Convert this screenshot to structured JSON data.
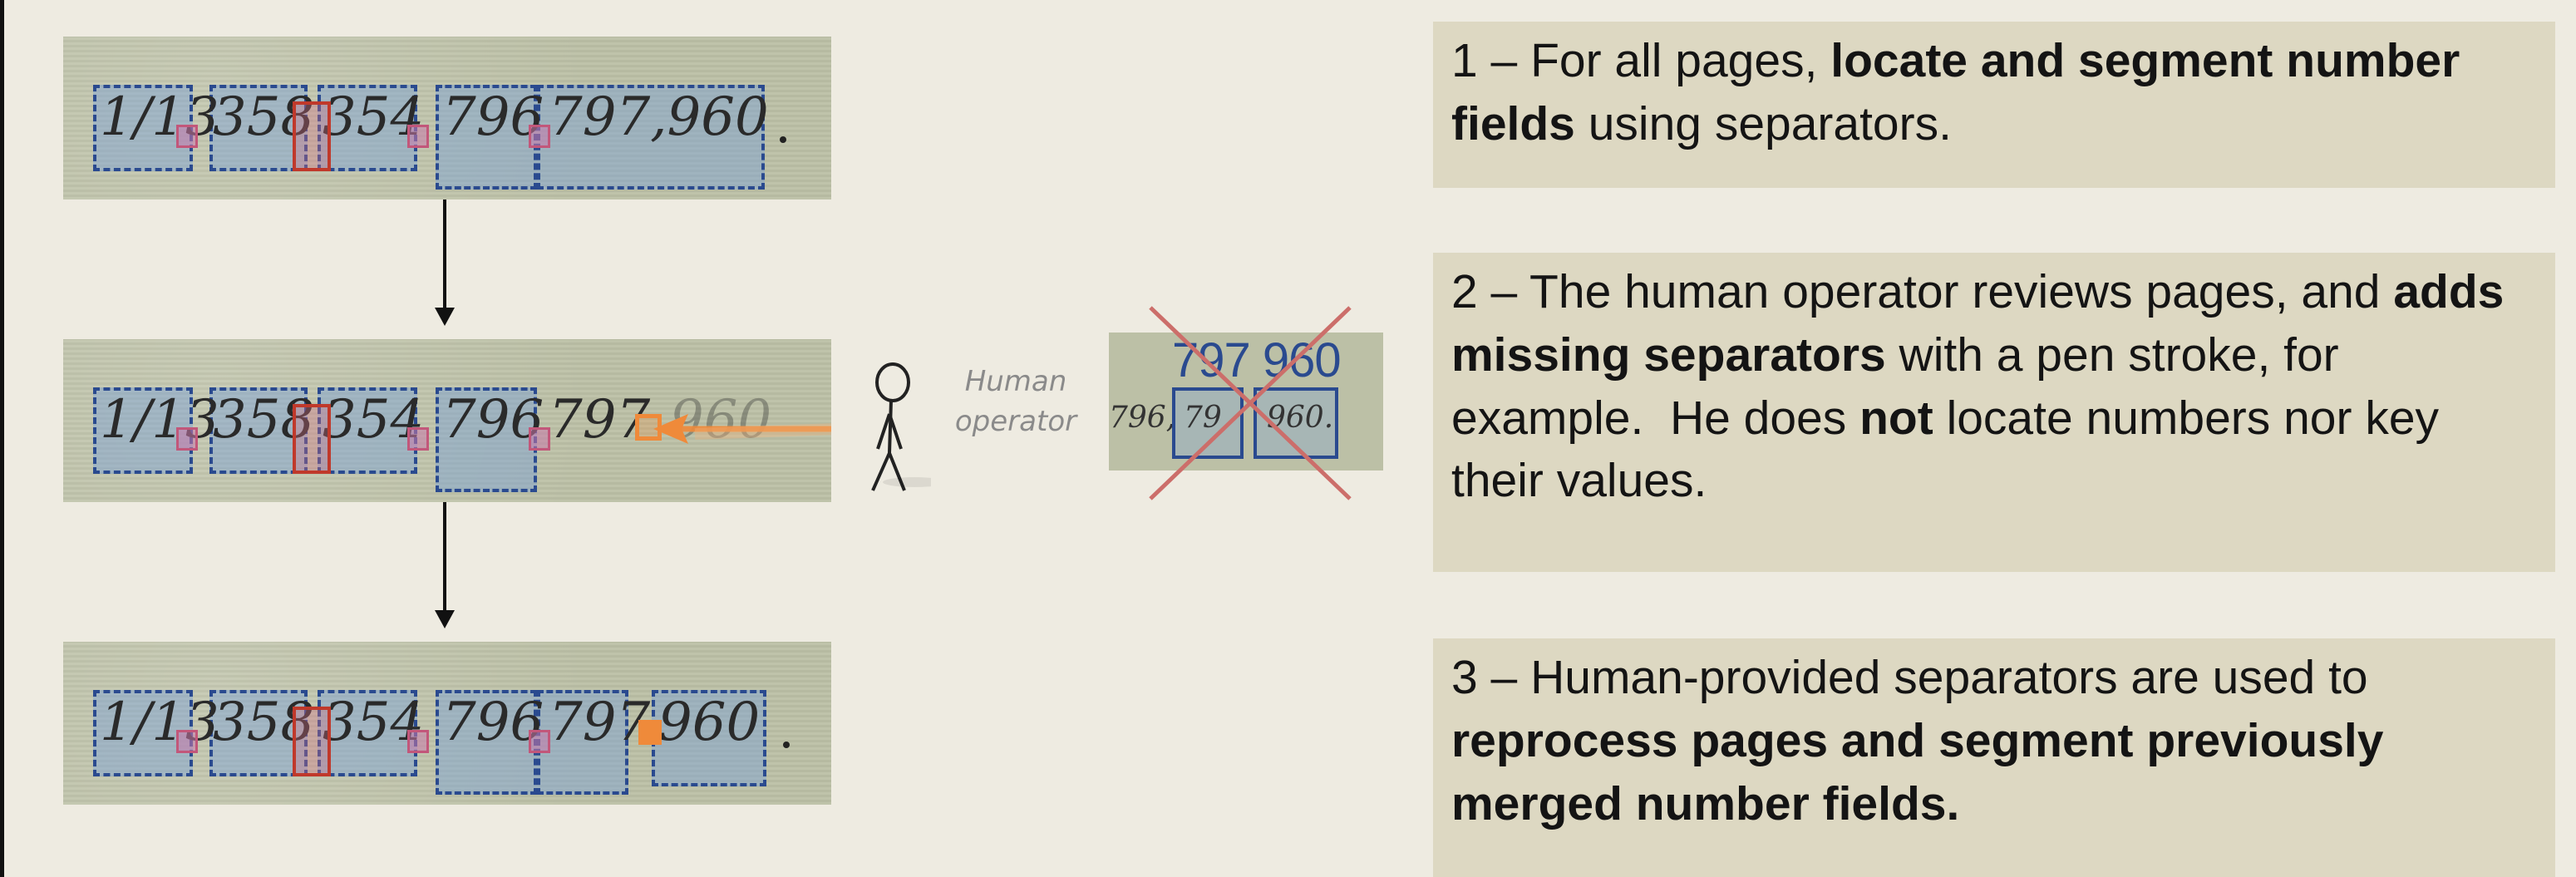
{
  "strips": {
    "row1": [
      "1/13",
      "358",
      "354",
      "796",
      "797,960"
    ],
    "row2": [
      "1/13",
      "358",
      "354",
      "796",
      "797",
      "960"
    ],
    "row3": [
      "1/13",
      "358",
      "354",
      "796",
      "797",
      "960"
    ]
  },
  "operator": {
    "line1": "Human",
    "line2": "operator"
  },
  "example": {
    "digits": "797 960",
    "hw_left": "796,",
    "hw_a": "79",
    "hw_b": "960."
  },
  "steps": [
    {
      "pre": "1 – For all pages, ",
      "b1": "locate and segment number fields",
      "post": " using separators."
    },
    {
      "pre": "2 – The human operator reviews pages, and ",
      "b1": "adds missing separators",
      "mid": " with a pen stroke, for example.  He does ",
      "b2": "not",
      "post": " locate numbers nor key their values."
    },
    {
      "pre": "3 – Human-provided separators are used to ",
      "b1": "reprocess pages and segment previously merged number fields."
    }
  ],
  "colors": {
    "box_blue": "#2a4a8f",
    "separator_red": "#c0392b",
    "separator_orange": "#ef8a3a",
    "text_bg": "#ddd8c2",
    "page_bg": "#eeebe1"
  }
}
